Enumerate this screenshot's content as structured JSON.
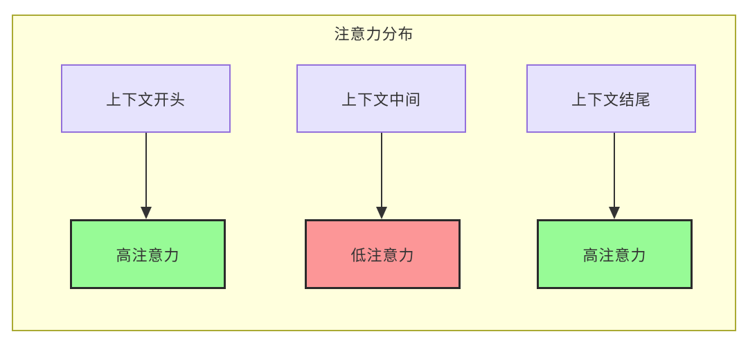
{
  "diagram": {
    "title": "注意力分布",
    "colors": {
      "container_fill": "#ffffdd",
      "container_border": "#aaaa33",
      "top_node_fill": "#e6e3fd",
      "top_node_border": "#9370db",
      "high_attention_fill": "#97fb96",
      "low_attention_fill": "#fc9697",
      "emphasis_border": "#2b2b2b",
      "text": "#333333",
      "arrow": "#333333"
    },
    "top_nodes": [
      {
        "id": "context-start",
        "label": "上下文开头"
      },
      {
        "id": "context-middle",
        "label": "上下文中间"
      },
      {
        "id": "context-end",
        "label": "上下文结尾"
      }
    ],
    "bottom_nodes": [
      {
        "id": "high-attention-start",
        "label": "高注意力",
        "state": "high"
      },
      {
        "id": "low-attention-middle",
        "label": "低注意力",
        "state": "low"
      },
      {
        "id": "high-attention-end",
        "label": "高注意力",
        "state": "high"
      }
    ],
    "edges": [
      {
        "from": "context-start",
        "to": "high-attention-start",
        "label": ""
      },
      {
        "from": "context-middle",
        "to": "low-attention-middle",
        "label": ""
      },
      {
        "from": "context-end",
        "to": "high-attention-end",
        "label": ""
      }
    ]
  }
}
